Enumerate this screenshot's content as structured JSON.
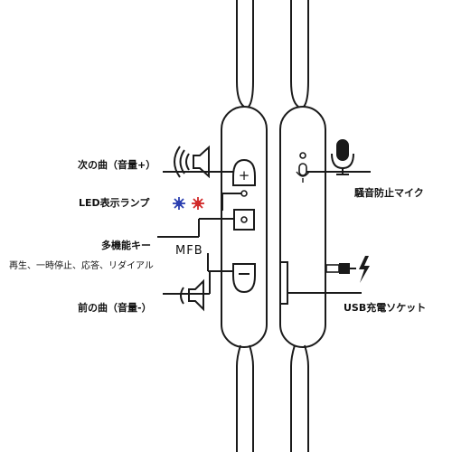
{
  "labels": {
    "volume_up": "次の曲（音量+）",
    "led": "LED表示ランプ",
    "multi_key": "多機能キー",
    "multi_key_desc": "再生、一時停止、応答、リダイアル",
    "mfb": "MFB",
    "volume_down": "前の曲（音量-）",
    "mic": "騒音防止マイク",
    "usb": "USB充電ソケット"
  },
  "buttons": {
    "plus": "+",
    "minus": "−"
  },
  "icons": [
    "speaker-loud-icon",
    "speaker-quiet-icon",
    "microphone-icon",
    "usb-charge-icon",
    "led-star-icon"
  ],
  "colors": {
    "outline": "#1a1a1a",
    "led_blue": "#2b3fb0",
    "led_red": "#d12a2a",
    "background": "#ffffff"
  }
}
